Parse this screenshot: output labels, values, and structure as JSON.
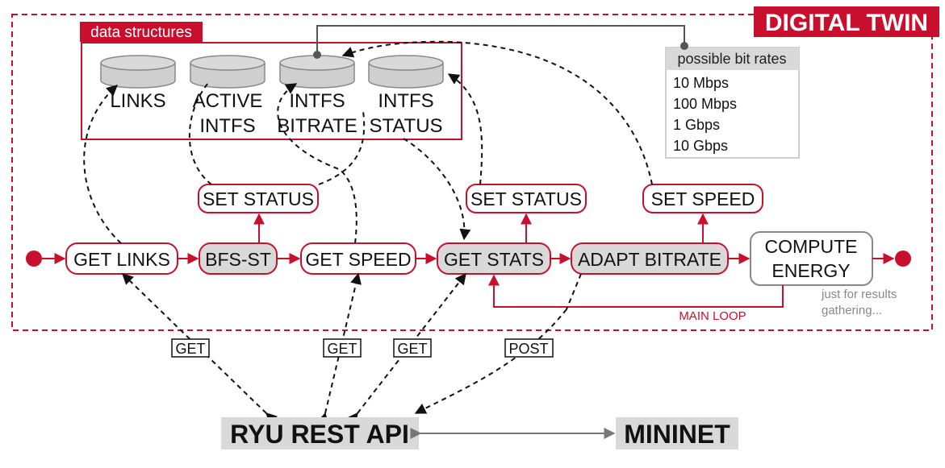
{
  "title": "DIGITAL TWIN",
  "data_structures": {
    "title": "data structures",
    "items": [
      {
        "line1": "LINKS",
        "line2": ""
      },
      {
        "line1": "ACTIVE",
        "line2": "INTFS"
      },
      {
        "line1": "INTFS",
        "line2": "BITRATE"
      },
      {
        "line1": "INTFS",
        "line2": "STATUS"
      }
    ]
  },
  "bitrates": {
    "title": "possible bit rates",
    "items": [
      "10 Mbps",
      "100 Mbps",
      "1 Gbps",
      "10 Gbps"
    ]
  },
  "pipeline": {
    "get_links": "GET LINKS",
    "bfs_st": "BFS-ST",
    "get_speed": "GET SPEED",
    "get_stats": "GET STATS",
    "adapt_bitrate": "ADAPT BITRATE",
    "compute_energy_1": "COMPUTE",
    "compute_energy_2": "ENERGY"
  },
  "actions": {
    "set_status_1": "SET STATUS",
    "set_status_2": "SET STATUS",
    "set_speed": "SET SPEED"
  },
  "main_loop": "MAIN LOOP",
  "note": {
    "line1": "just for results",
    "line2": "gathering..."
  },
  "http": {
    "get1": "GET",
    "get2": "GET",
    "get3": "GET",
    "post": "POST"
  },
  "ryu": "RYU REST API",
  "mininet": "MININET",
  "colors": {
    "accent": "#c8102e",
    "grey": "#d9d9d9",
    "dark": "#222222",
    "mid": "#888888"
  }
}
